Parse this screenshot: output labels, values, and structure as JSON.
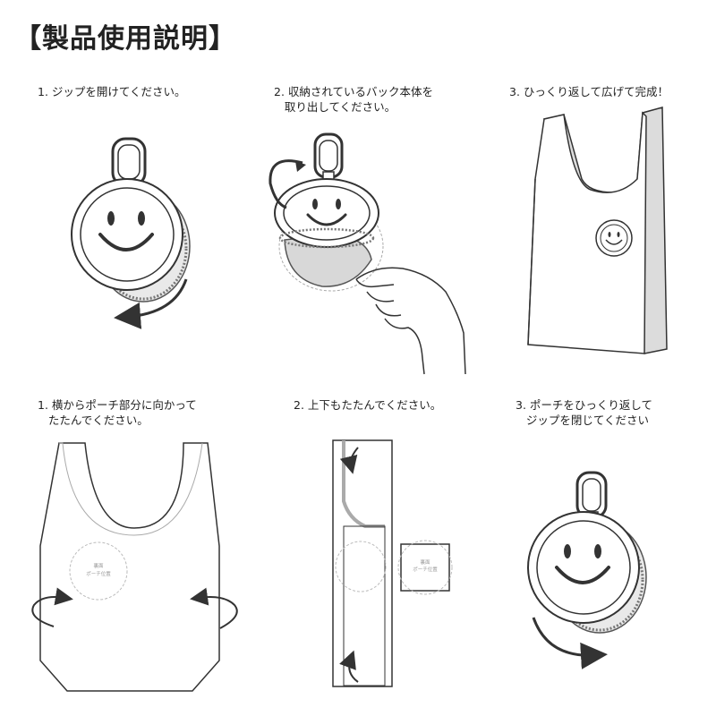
{
  "title": "【製品使用説明】",
  "unfold_steps": [
    {
      "text": "1. ジップを開けてください。"
    },
    {
      "text": "2. 収納されているバック本体を\n   取り出してください。"
    },
    {
      "text": "3. ひっくり返して広げて完成！"
    }
  ],
  "fold_steps": [
    {
      "text": "1. 横からポーチ部分に向かって\n   たたんでください。"
    },
    {
      "text": "2. 上下もたたんでください。"
    },
    {
      "text": "3. ポーチをひっくり返して\n   ジップを閉じてください"
    }
  ],
  "pouch_position_label": [
    "裏面",
    "ポーチ位置"
  ],
  "colors": {
    "line": "#333333",
    "lining": "#cccccc",
    "zipper": "#555555"
  }
}
